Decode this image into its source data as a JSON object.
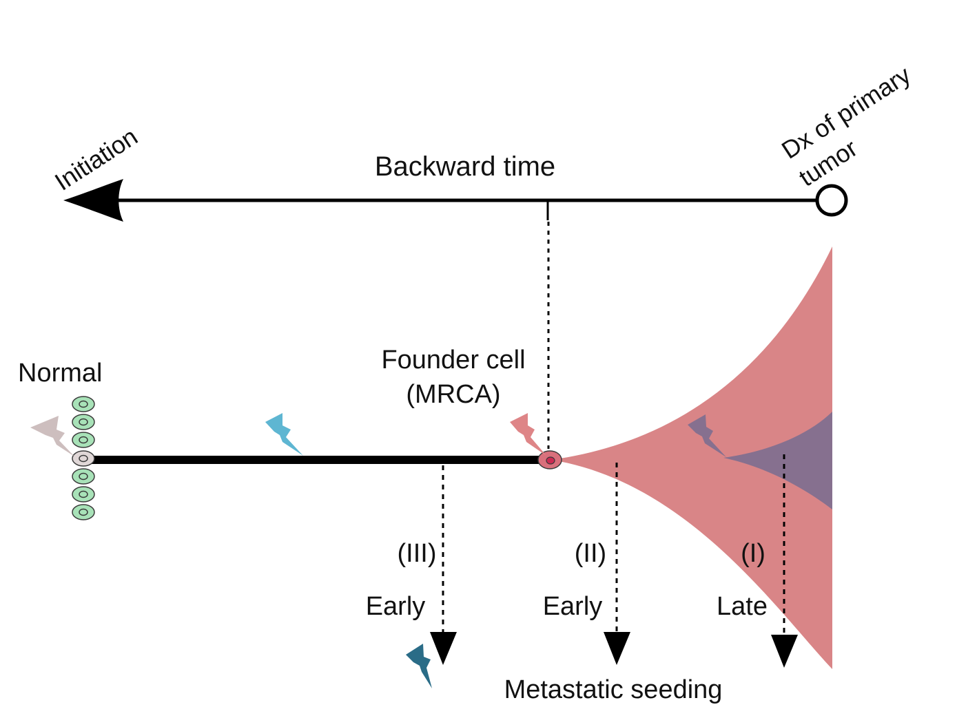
{
  "header": {
    "axis_label": "Backward time",
    "left_end_label": "Initiation",
    "right_end_label_line1": "Dx of primary",
    "right_end_label_line2": "tumor"
  },
  "lineage": {
    "normal_label": "Normal",
    "founder_label_line1": "Founder cell",
    "founder_label_line2": "(MRCA)"
  },
  "seeding": {
    "scenarios": [
      {
        "roman": "(III)",
        "timing": "Early"
      },
      {
        "roman": "(II)",
        "timing": "Early"
      },
      {
        "roman": "(I)",
        "timing": "Late"
      }
    ],
    "caption": "Metastatic seeding"
  },
  "colors": {
    "line": "#000000",
    "tumor_clone": "#D98587",
    "subclone": "#86708F",
    "normal_cells": "#A8E2B8",
    "normal_cell_center": "#E0D7D7",
    "founder_cell": "#D9707C",
    "founder_nucleus": "#CC2A52",
    "bolt_normal": "#CDBEBE",
    "bolt_early": "#5EB6D2",
    "bolt_founder": "#DE8587",
    "bolt_subclone": "#86708F",
    "bolt_metastasis": "#2A6C87"
  }
}
